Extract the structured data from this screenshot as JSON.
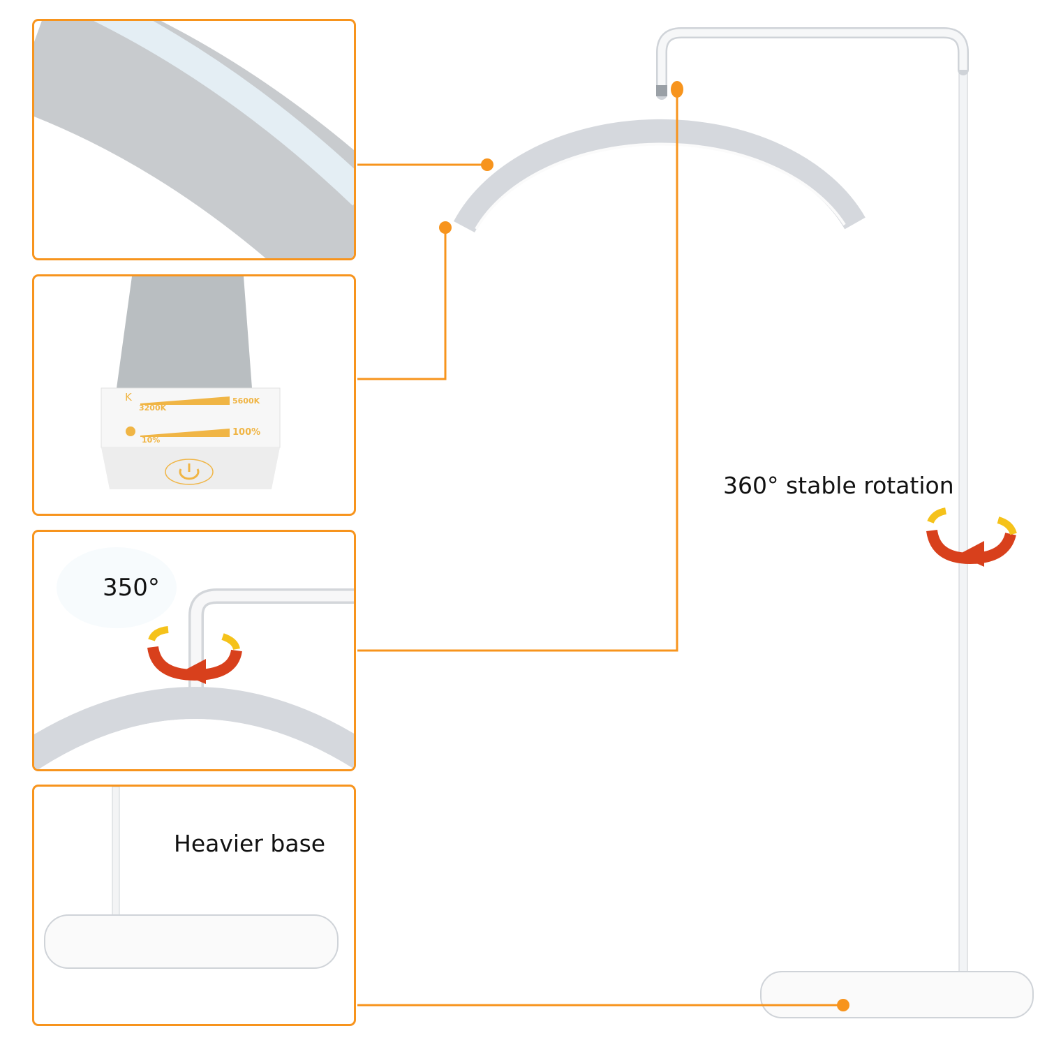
{
  "colors": {
    "accent": "#f7941d",
    "arrow_red": "#d8401c",
    "arrow_yellow": "#f5c21a"
  },
  "callouts": {
    "rotation_main": "360° stable rotation",
    "rotation_head": "350°",
    "base": "Heavier base"
  },
  "control_panel": {
    "temp_symbol": "K",
    "temp_min": "3200K",
    "temp_max": "5600K",
    "brightness_min": "10%",
    "brightness_max": "100%",
    "icons": [
      "sun-icon",
      "hand-pointer-icon",
      "power-icon"
    ]
  }
}
